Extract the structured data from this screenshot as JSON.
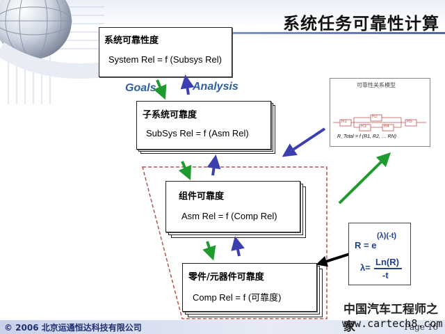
{
  "slide": {
    "title": "系统任务可靠性计算",
    "page_label": "Page 16",
    "copyright": "© 2006 北京运通恒达科技有限公司"
  },
  "watermark": {
    "site_name": "中国汽车工程师之家",
    "url": "www.cartech8.com"
  },
  "levels": {
    "system": {
      "title": "系统可靠性度",
      "formula": "System Rel = f (Subsys Rel)"
    },
    "subsystem": {
      "title": "子系统可靠度",
      "formula": "SubSys Rel = f (Asm Rel)"
    },
    "assembly": {
      "title": "组件可靠度",
      "formula": "Asm Rel = f (Comp Rel)"
    },
    "component": {
      "title": "零件/元器件可靠度",
      "formula": "Comp Rel = f (可靠度)"
    }
  },
  "labels": {
    "goals": "Goals",
    "analysis": "Analysis"
  },
  "model_panel": {
    "title": "可靠性关系模型",
    "blocks": [
      "R1",
      "R2",
      "R3",
      "R4",
      "R5"
    ],
    "formula": "R_Total = f (R1, R2, … RN)"
  },
  "formula_panel": {
    "r_formula_base": "R = e",
    "r_formula_exp": "(λ)(-t)",
    "lambda_lhs": "λ=",
    "lambda_num": "Ln(R)",
    "lambda_den": "-t"
  },
  "colors": {
    "arrow_green": "#1e9a2e",
    "arrow_blue": "#3d3fb0",
    "dashed_border": "#c0504d",
    "title_text": "#111111",
    "footer_text": "#1f2f6f"
  }
}
